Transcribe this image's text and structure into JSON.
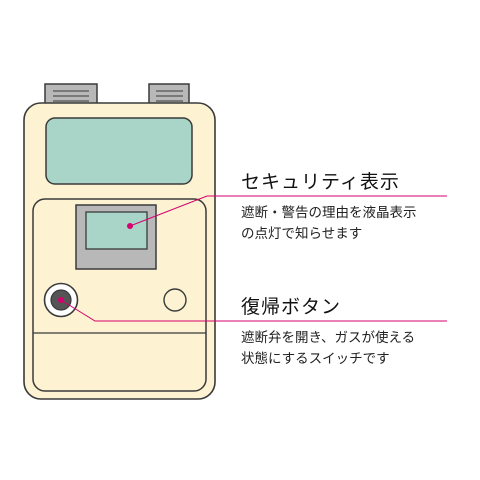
{
  "colors": {
    "body_fill": "#fdf3d2",
    "screen_fill": "#a8d5c8",
    "panel_gray": "#b8b8b8",
    "outline": "#3a3a3a",
    "accent_magenta": "#d6006e",
    "button_dark": "#555555"
  },
  "callouts": [
    {
      "id": "security-display",
      "title": "セキュリティ表示",
      "description_lines": [
        "遮断・警告の理由を液晶表示",
        "の点灯で知らせます"
      ]
    },
    {
      "id": "reset-button",
      "title": "復帰ボタン",
      "description_lines": [
        "遮断弁を開き、ガスが使える",
        "状態にするスイッチです"
      ]
    }
  ]
}
